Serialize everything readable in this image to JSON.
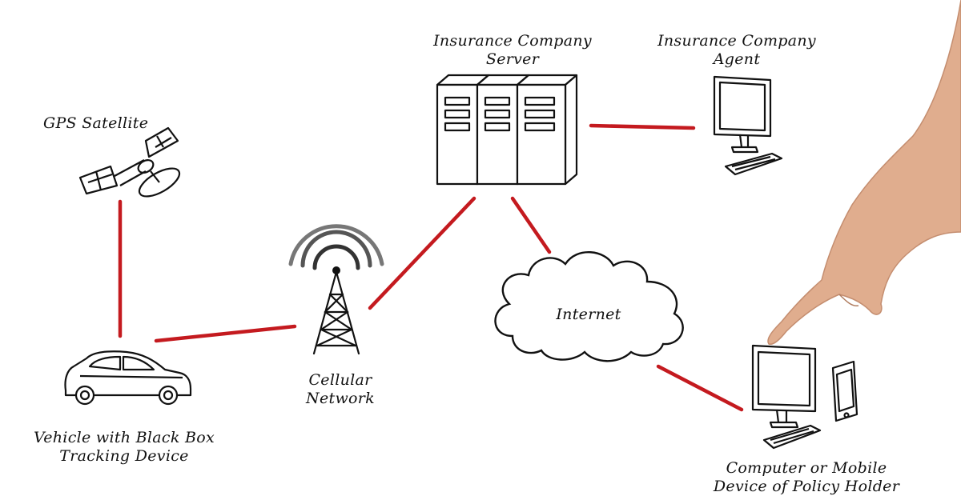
{
  "nodes": {
    "gps": {
      "label": "GPS Satellite",
      "icon": "satellite-icon"
    },
    "server": {
      "label_line1": "Insurance Company",
      "label_line2": "Server",
      "icon": "server-rack-icon"
    },
    "agent": {
      "label_line1": "Insurance Company",
      "label_line2": "Agent",
      "icon": "desktop-computer-icon"
    },
    "tower": {
      "label_line1": "Cellular",
      "label_line2": "Network",
      "icon": "cell-tower-icon"
    },
    "internet": {
      "label": "Internet",
      "icon": "cloud-icon"
    },
    "vehicle": {
      "label_line1": "Vehicle with Black Box",
      "label_line2": "Tracking Device",
      "icon": "car-icon"
    },
    "holder": {
      "label_line1": "Computer or Mobile",
      "label_line2": "Device of Policy Holder",
      "icon": "computer-and-phone-icon"
    }
  },
  "connections": [
    {
      "from": "gps",
      "to": "vehicle"
    },
    {
      "from": "vehicle",
      "to": "tower"
    },
    {
      "from": "tower",
      "to": "server"
    },
    {
      "from": "server",
      "to": "agent"
    },
    {
      "from": "server",
      "to": "internet"
    },
    {
      "from": "internet",
      "to": "holder"
    }
  ],
  "colors": {
    "link": "#c41a1f",
    "ink": "#111111",
    "skin": "#e0ad8e"
  },
  "decor": {
    "hand": "pointing-hand"
  }
}
